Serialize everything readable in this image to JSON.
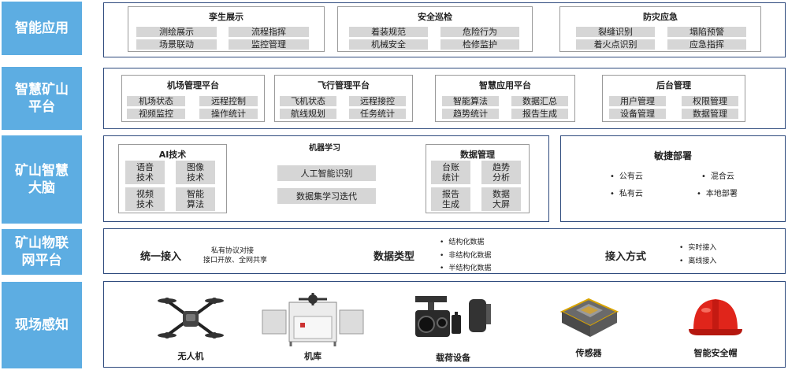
{
  "layers": {
    "smart_app": "智能应用",
    "mine_platform": "智慧矿山\n平台",
    "brain": "矿山智慧\n大脑",
    "iot": "矿山物联\n网平台",
    "field": "现场感知"
  },
  "smart_app": {
    "twin": {
      "title": "孪生展示",
      "items": [
        "测绘展示",
        "流程指挥",
        "场景联动",
        "监控管理"
      ]
    },
    "safety": {
      "title": "安全巡检",
      "items": [
        "着装规范",
        "危险行为",
        "机械安全",
        "检修监护"
      ]
    },
    "disaster": {
      "title": "防灾应急",
      "items": [
        "裂缝识别",
        "塌陷预警",
        "着火点识别",
        "应急指挥"
      ]
    }
  },
  "platform": {
    "airport": {
      "title": "机场管理平台",
      "items": [
        "机场状态",
        "远程控制",
        "视频监控",
        "操作统计"
      ]
    },
    "flight": {
      "title": "飞行管理平台",
      "items": [
        "飞机状态",
        "远程接控",
        "航线规划",
        "任务统计"
      ]
    },
    "intel": {
      "title": "智慧应用平台",
      "items": [
        "智能算法",
        "数据汇总",
        "趋势统计",
        "报告生成"
      ]
    },
    "backend": {
      "title": "后台管理",
      "items": [
        "用户管理",
        "权限管理",
        "设备管理",
        "数据管理"
      ]
    }
  },
  "brain": {
    "ai": {
      "title": "AI技术",
      "items": [
        "语音\n技术",
        "图像\n技术",
        "视频\n技术",
        "智能\n算法"
      ]
    },
    "ml": {
      "title": "机器学习",
      "items": [
        "人工智能识别",
        "数据集学习迭代"
      ]
    },
    "data": {
      "title": "数据管理",
      "items": [
        "台账\n统计",
        "趋势\n分析",
        "报告\n生成",
        "数据\n大屏"
      ]
    },
    "deploy": {
      "title": "敏捷部署",
      "items": [
        "公有云",
        "混合云",
        "私有云",
        "本地部署"
      ]
    }
  },
  "iot": {
    "access_title": "统一接入",
    "access_items": [
      "私有协议对接",
      "接口开放、全网共享"
    ],
    "data_type_title": "数据类型",
    "data_types": [
      "结构化数据",
      "非结构化数据",
      "半结构化数据"
    ],
    "mode_title": "接入方式",
    "modes": [
      "实时接入",
      "离线接入"
    ]
  },
  "field": {
    "devices": [
      "无人机",
      "机库",
      "载荷设备",
      "传感器",
      "智能安全帽"
    ]
  },
  "colors": {
    "label_bg": "#5dade2",
    "border": "#2e4a7d",
    "chip": "#d6d6d6"
  }
}
